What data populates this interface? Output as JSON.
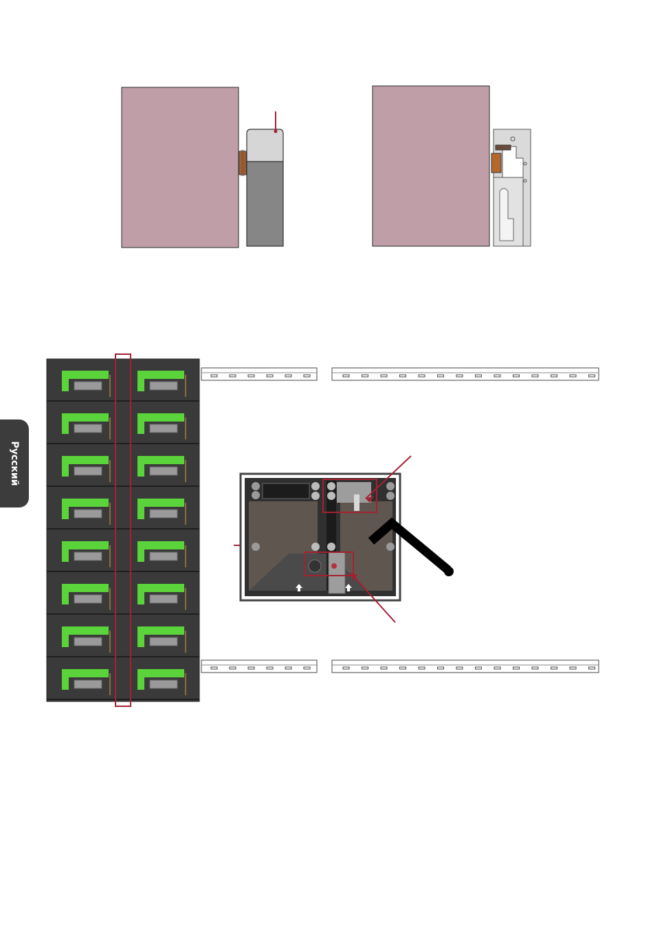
{
  "sidebar": {
    "language_tab": "Русский"
  },
  "colors": {
    "panel": "#bf9ea8",
    "accent": "#a52131",
    "bracket_light": "#d2d2d2",
    "bracket_dark": "#858585",
    "module_dark": "#3a3a3a",
    "connector_green": "#5bd33a",
    "copper": "#b4682c"
  },
  "figures": [
    {
      "name": "side-view-cover-on"
    },
    {
      "name": "side-view-cover-off"
    },
    {
      "name": "led-wall-rear-view"
    },
    {
      "name": "mounting-rails"
    },
    {
      "name": "bracket-detail-callout"
    }
  ]
}
